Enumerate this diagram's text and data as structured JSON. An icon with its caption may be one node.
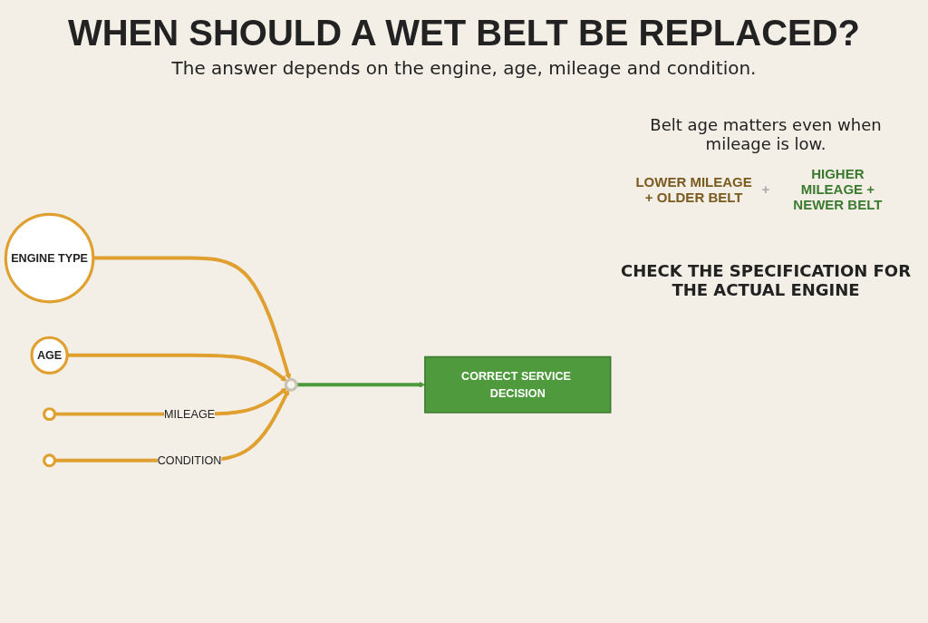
{
  "diagram": {
    "title": "WHEN SHOULD A WET BELT BE REPLACED?",
    "caption": "The answer depends on the engine, age, mileage and condition.",
    "nodes": [
      {
        "text": [
          "ENGINE TYPE"
        ]
      },
      {
        "text": [
          "AGE"
        ]
      },
      {
        "text": [],
        "shape": "circle"
      },
      {
        "text": [],
        "shape": "circle"
      },
      {
        "text": [],
        "shape": "circle"
      },
      {
        "text": [
          "CORRECT SERVICE DECISION"
        ],
        "beside": [
          "CHECK THE SPECIFICATION FOR THE ACTUAL ENGINE"
        ]
      }
    ],
    "edges": [
      {
        "from": 0,
        "to": 2,
        "arrow": "to"
      },
      {
        "from": 1,
        "to": 2,
        "arrow": "to"
      },
      {
        "from": 3,
        "to": 2,
        "label": "MILEAGE",
        "arrow": "to"
      },
      {
        "from": 4,
        "to": 2,
        "label": "CONDITION",
        "arrow": "to"
      },
      {
        "from": 2,
        "to": 5,
        "arrow": "to",
        "color": "#4e9a3c"
      }
    ],
    "labels": [
      "Belt age matters even when mileage is low.",
      "LOWER MILEAGE + OLDER BELT",
      "+",
      "HIGHER MILEAGE + NEWER BELT"
    ]
  }
}
